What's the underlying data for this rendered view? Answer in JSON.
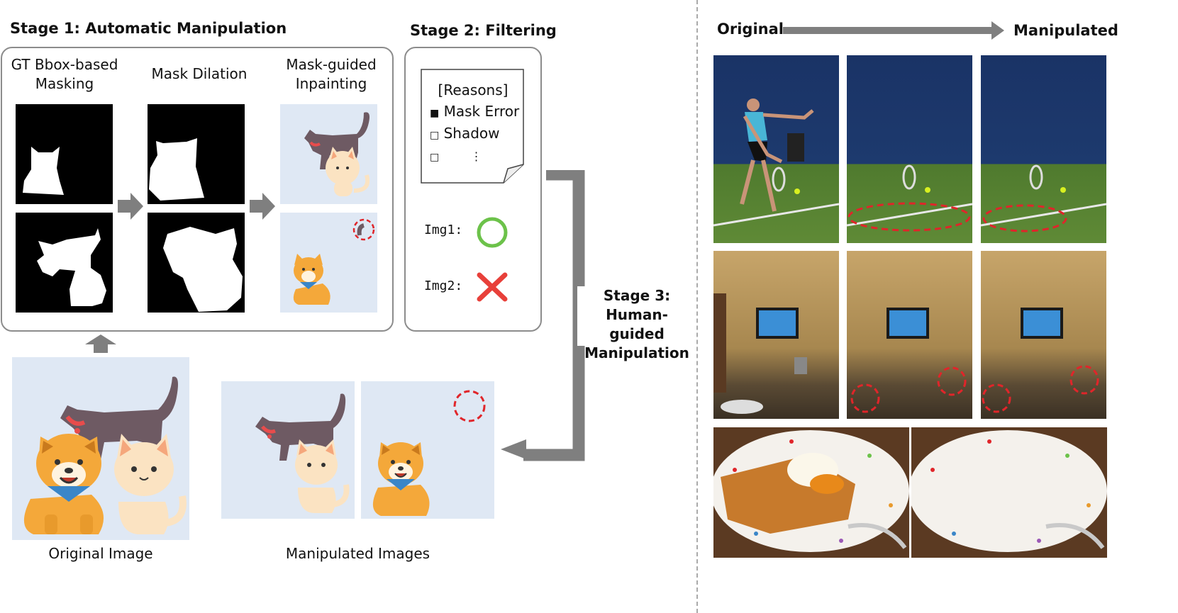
{
  "stage1": {
    "title": "Stage 1: Automatic Manipulation",
    "col1_label": "GT Bbox-based\nMasking",
    "col2_label": "Mask Dilation",
    "col3_label": "Mask-guided\nInpainting"
  },
  "stage2": {
    "title": "Stage 2: Filtering",
    "reasons_header": "[Reasons]",
    "reasons": [
      {
        "mark": "■",
        "text": "Mask Error"
      },
      {
        "mark": "□",
        "text": "Shadow"
      },
      {
        "mark": "□",
        "text": "⋮"
      }
    ],
    "img1_label": "Img1:",
    "img2_label": "Img2:",
    "pass_color": "#6cc24a",
    "fail_color": "#e8403a"
  },
  "stage3": {
    "title": "Stage 3:\nHuman-guided\nManipulation"
  },
  "bottom": {
    "original_label": "Original Image",
    "manipulated_label": "Manipulated Images"
  },
  "right_panel": {
    "from_label": "Original",
    "to_label": "Manipulated"
  },
  "colors": {
    "arrow": "#7f7f7f",
    "circle": "#e0252a",
    "panel_bg": "#dfe8f4"
  }
}
